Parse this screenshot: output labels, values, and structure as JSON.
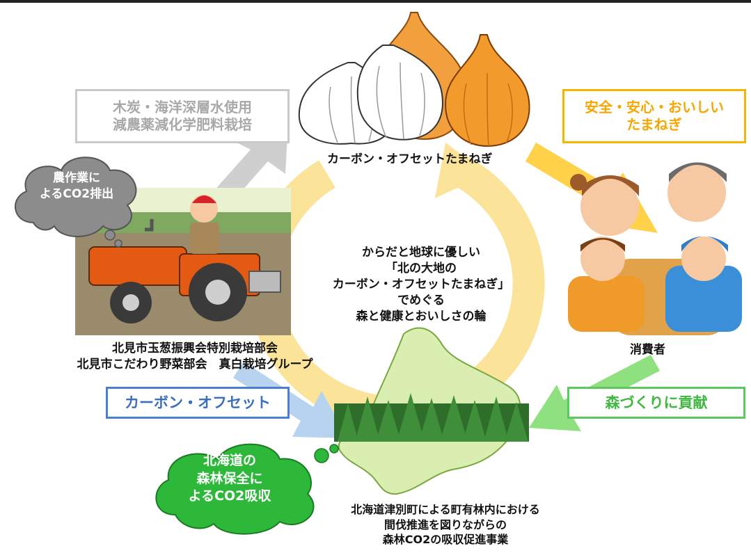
{
  "onion_caption": "カーボン・オフセットたまねぎ",
  "cycle_text": [
    "からだと地球に優しい",
    "「北の大地の",
    "カーボン・オフセットたまねぎ」",
    "でめぐる",
    "森と健康とおいしさの輪"
  ],
  "farming_box": [
    "木炭・海洋深層水使用",
    "減農薬減化学肥料栽培"
  ],
  "emission_bubble": [
    "農作業に",
    "よるCO2排出"
  ],
  "farmer_caption": [
    "北見市玉葱振興会特別栽培部会",
    "北見市こだわり野菜部会　真白栽培グループ"
  ],
  "safety_box": [
    "安全・安心・おいしい",
    "たまねぎ"
  ],
  "consumer_caption": "消費者",
  "offset_box": "カーボン・オフセット",
  "forest_box": "森づくりに貢献",
  "absorb_bubble": [
    "北海道の",
    "森林保全に",
    "よるCO2吸収"
  ],
  "forest_caption": [
    "北海道津別町による町有林内における",
    "間伐推進を図りながらの",
    "森林CO2の吸収促進事業"
  ],
  "colors": {
    "gray_arrow": "#c9c9c9",
    "yellow_arrow": "#ffd24a",
    "yellow_box": "#f5b400",
    "green_box": "#5ec85e",
    "blue_box": "#4a7fd0",
    "cycle_ring": "#fbe39a",
    "cloud_gray": "#8c8c8c",
    "cloud_green": "#2db83a"
  }
}
